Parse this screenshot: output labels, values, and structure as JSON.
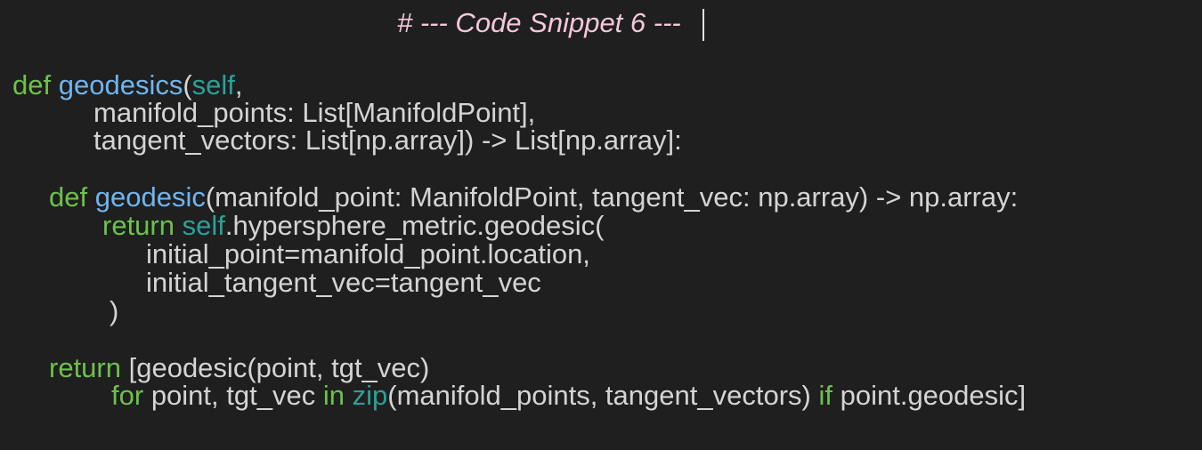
{
  "editor": {
    "comment": "# --- Code Snippet 6 ---",
    "line1": {
      "kw": "def",
      "fn": "geodesics",
      "open": "(",
      "self": "self",
      "rest": ","
    },
    "line2": "manifold_points: List[ManifoldPoint],",
    "line3": "tangent_vectors: List[np.array]) -> List[np.array]:",
    "line4": {
      "kw": "def",
      "fn": "geodesic",
      "rest": "(manifold_point: ManifoldPoint, tangent_vec: np.array) -> np.array:"
    },
    "line5": {
      "kw": "return",
      "self": "self",
      "rest": ".hypersphere_metric.geodesic("
    },
    "line6": "initial_point=manifold_point.location,",
    "line7": "initial_tangent_vec=tangent_vec",
    "line8": ")",
    "line9": {
      "kw": "return",
      "rest": "[geodesic(point, tgt_vec)"
    },
    "line10": {
      "kw_for": "for",
      "part1": "point, tgt_vec",
      "kw_in": "in",
      "zip": "zip",
      "part2": "(manifold_points, tangent_vectors)",
      "kw_if": "if",
      "part3": "point.geodesic]"
    }
  }
}
